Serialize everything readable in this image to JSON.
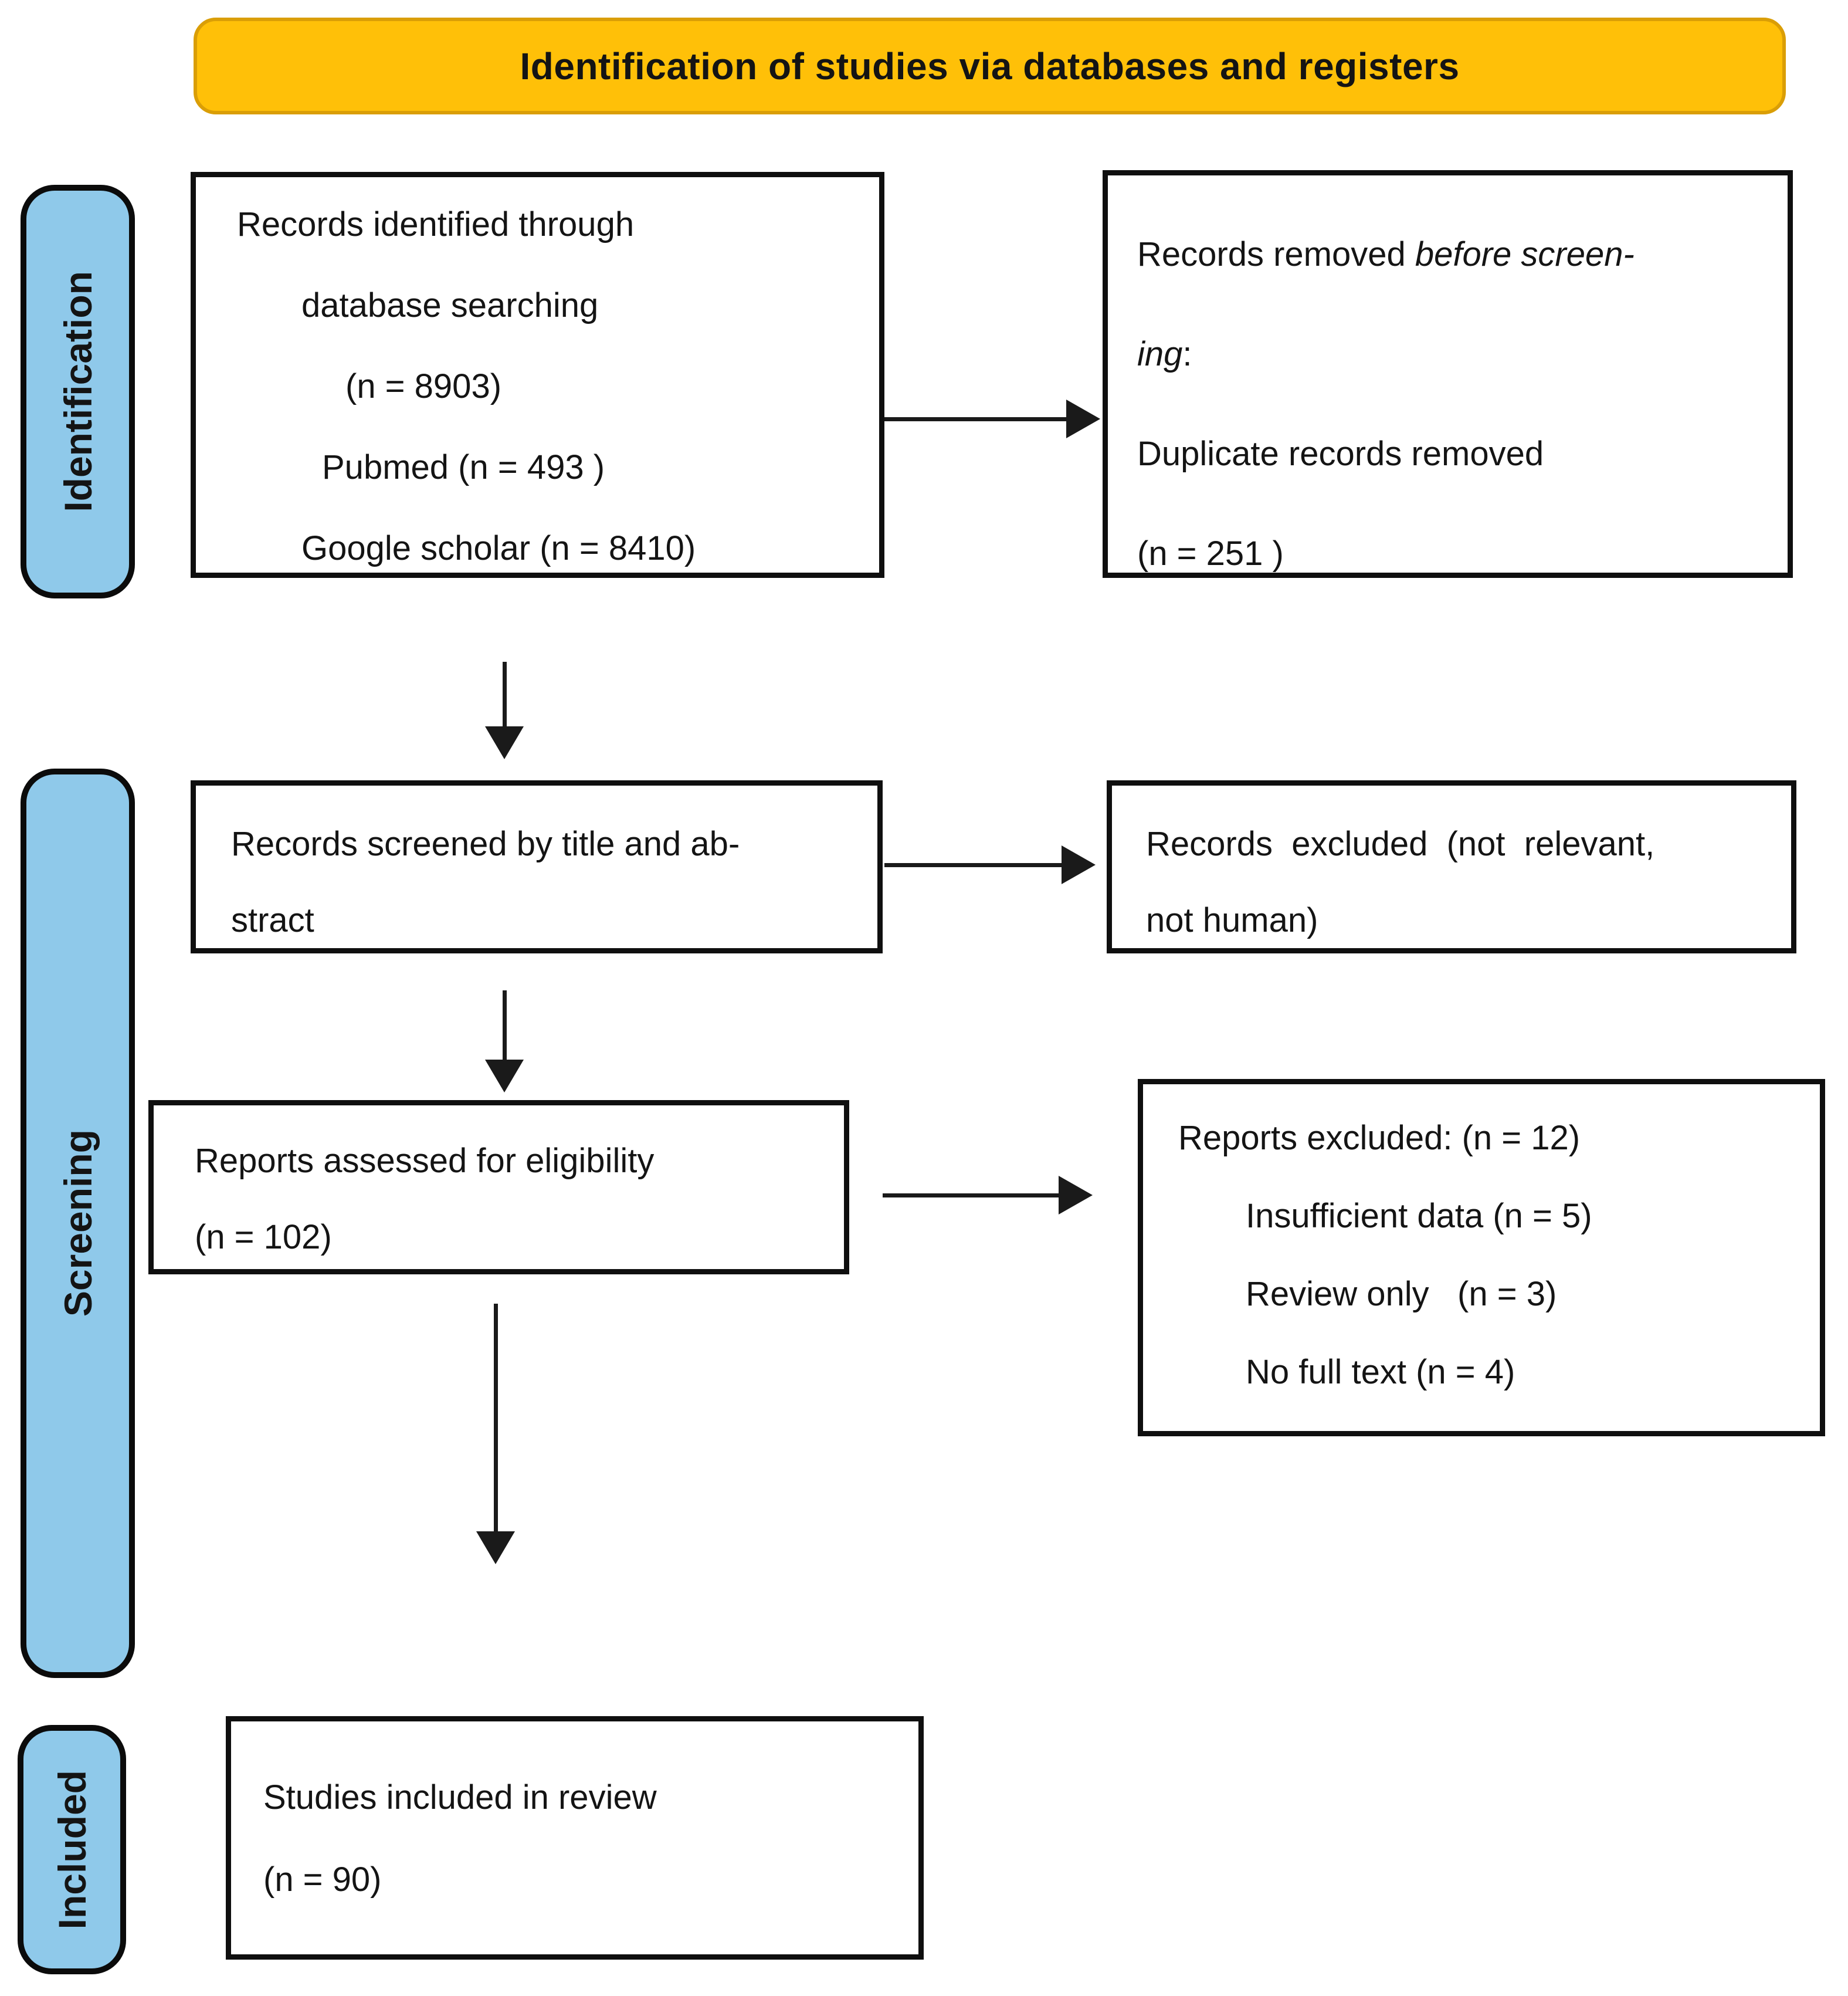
{
  "header": {
    "title": "Identification of studies via databases and registers"
  },
  "stages": [
    {
      "label": "Identification"
    },
    {
      "label": "Screening"
    },
    {
      "label": "Included"
    }
  ],
  "boxes": {
    "identified": {
      "lines": [
        "Records identified through",
        "database searching",
        "(n = 8903)",
        "Pubmed (n = 493 )",
        "Google scholar (n = 8410)"
      ]
    },
    "removed": {
      "line1_regular": "Records removed ",
      "line1_italic": "before screen-",
      "line2_italic": "ing",
      "line2_regular": ":",
      "line3": "Duplicate records removed",
      "line4": "(n = 251 )"
    },
    "screened": {
      "lines": [
        "Records screened by title and ab-",
        "stract"
      ]
    },
    "excluded": {
      "lines": [
        "Records  excluded  (not  relevant,",
        "not human)"
      ]
    },
    "assessed": {
      "lines": [
        "Reports assessed for eligibility",
        "(n = 102)"
      ]
    },
    "reports_excluded": {
      "lines": [
        "Reports excluded: (n = 12)",
        "Insufficient data (n = 5)",
        "Review only   (n = 3)",
        "No full text (n = 4)"
      ]
    },
    "included_studies": {
      "lines": [
        "Studies included in review",
        "(n = 90)"
      ]
    }
  },
  "colors": {
    "header_bg": "#FFC008",
    "header_border": "#DA9E06",
    "stage_bg": "#8FC9EA",
    "arrow": "#1A1A1A"
  }
}
